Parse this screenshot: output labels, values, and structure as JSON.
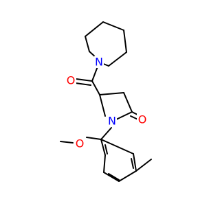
{
  "colors": {
    "background": "#ffffff",
    "bond": "#000000",
    "nitrogen": "#0000ff",
    "oxygen": "#ff0000"
  },
  "atoms": {
    "piperidine_n": "N",
    "carbonyl_o": "O",
    "lactam_n": "N",
    "lactam_o": "O",
    "methoxy_o": "O"
  }
}
